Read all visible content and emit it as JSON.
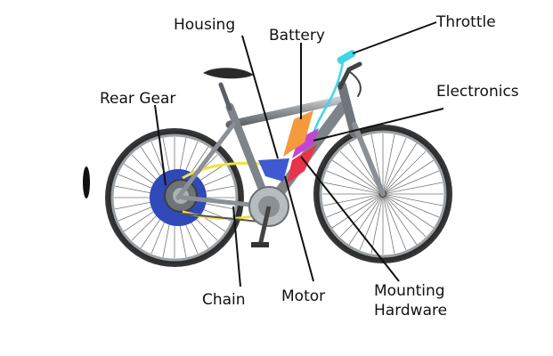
{
  "labels": {
    "housing": "Housing",
    "battery": "Battery",
    "throttle": "Throttle",
    "rear_gear": "Rear Gear",
    "electronics": "Electronics",
    "chain": "Chain",
    "motor": "Motor",
    "mounting_line1": "Mounting",
    "mounting_line2": "Hardware"
  },
  "colors": {
    "battery": "#f59a3c",
    "electronics": "#c542d8",
    "motor": "#e8334a",
    "housing": "#3f5ad0",
    "chain_highlight": "#f2e23a",
    "rear_gear": "#3049b8",
    "throttle": "#3ed6e6",
    "frame": "#8e9499"
  }
}
